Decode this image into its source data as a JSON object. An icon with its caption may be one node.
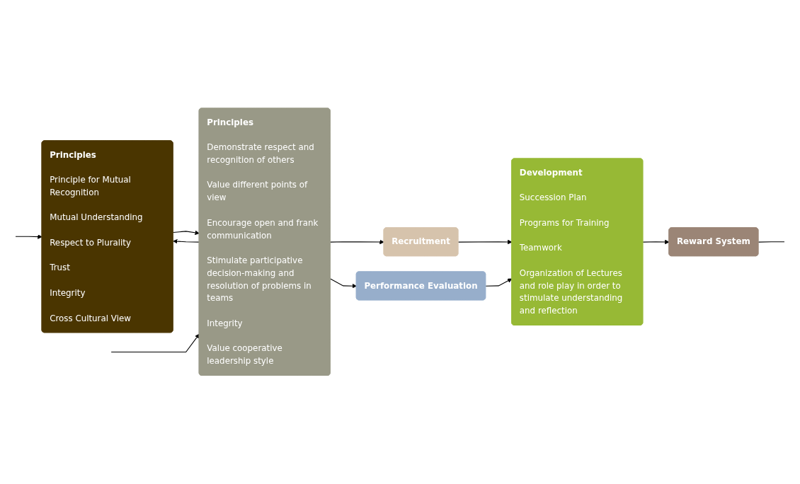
{
  "diagram": {
    "nodes": [
      {
        "text": [
          "Principles",
          "Principle for Mutual Recognition",
          "Mutual Understanding",
          "Respect to Plurality",
          "Trust",
          "Integrity",
          "Cross Cultural View"
        ]
      },
      {
        "text": [
          "Principles",
          "Demonstrate respect and recognition of others",
          "Value different points of view",
          "Encourage open and frank communication",
          "Stimulate participative decision-making and resolution of problems in teams",
          "Integrity",
          "Value cooperative leadership style"
        ]
      },
      {
        "text": [
          "Recruitment"
        ]
      },
      {
        "text": [
          "Performance Evaluation"
        ]
      },
      {
        "text": [
          "Development",
          "Succession Plan",
          "Programs for Training",
          "Teamwork",
          "Organization of Lectures and role play in order to stimulate understanding and reflection"
        ]
      },
      {
        "text": [
          "Reward System"
        ]
      }
    ],
    "edges": [
      {
        "from": 0,
        "to": 1,
        "arrow": "to"
      },
      {
        "from": 1,
        "to": 0,
        "arrow": "to"
      },
      {
        "from": 1,
        "to": 2,
        "arrow": "to"
      },
      {
        "from": 1,
        "to": 3,
        "arrow": "to"
      },
      {
        "from": 2,
        "to": 4,
        "arrow": "to"
      },
      {
        "from": 3,
        "to": 4,
        "arrow": "to"
      },
      {
        "from": 4,
        "to": 5,
        "arrow": "to"
      },
      {
        "from": null,
        "to": 0,
        "arrow": "to"
      },
      {
        "from": null,
        "to": 1,
        "arrow": "to"
      },
      {
        "from": 5,
        "to": null,
        "arrow": "none"
      }
    ]
  }
}
